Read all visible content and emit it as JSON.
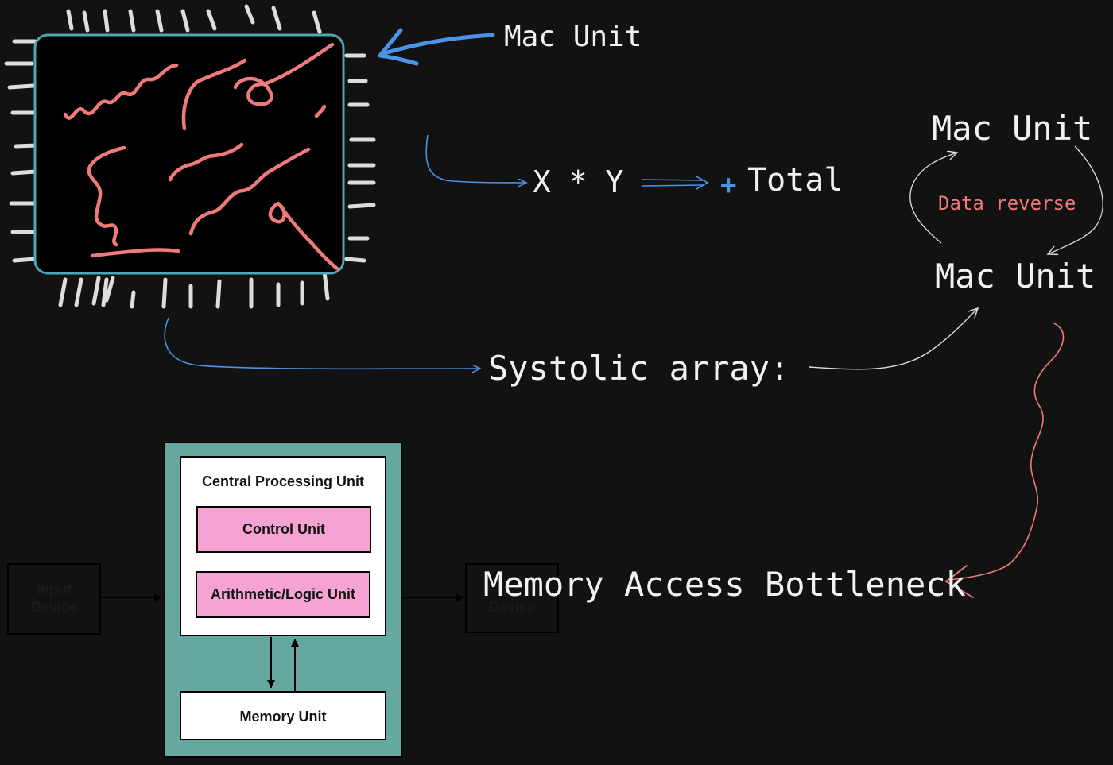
{
  "labels": {
    "mac_unit_top": "Mac Unit",
    "x_times_y": "X * Y",
    "total": "Total",
    "plus": "+",
    "systolic_array": "Systolic array:",
    "mac_unit_cycle_top": "Mac Unit",
    "data_reverse": "Data reverse",
    "mac_unit_cycle_bottom": "Mac Unit",
    "memory_bottleneck": "Memory Access Bottleneck"
  },
  "cpu_diagram": {
    "cpu_title": "Central Processing Unit",
    "control_unit": "Control Unit",
    "alu": "Arithmetic/Logic Unit",
    "memory_unit": "Memory Unit",
    "input_device": [
      "Input",
      "Device"
    ],
    "output_device": "Device"
  },
  "colors": {
    "background": "#121212",
    "chip_border": "#4fa7b3",
    "trace_red": "#f07a7a",
    "arrow_blue": "#4b93e6",
    "cpu_teal": "#66a8a0",
    "unit_pink": "#f5a3d3",
    "pin_white": "#dddddd"
  }
}
